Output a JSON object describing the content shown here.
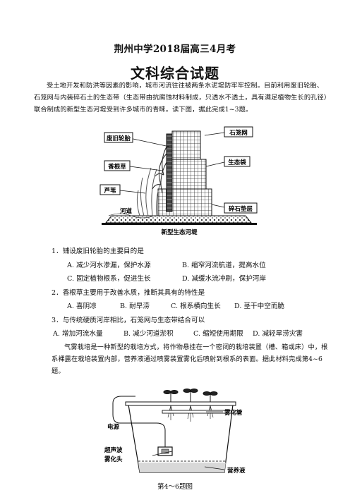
{
  "header": {
    "title": "荆州中学2018届高三4月考",
    "subtitle": "文科综合试题"
  },
  "intro1": "受土地开发和防洪等因素的影响，城市河流往往被两条水泥堤防牢牢控制。目前利用废旧轮胎、石笼网与内装碎石土的生态带（生态带由抗腐蚀材料制成，只透水不透土，具有满足植物生长的孔径）联合制成的新型生态河堤受到许多城市的青睐。读下图，据此完成1~3题。",
  "figure1": {
    "labels": {
      "tire": "废旧轮胎",
      "cage": "石笼网",
      "vetiver": "香根草",
      "bag": "生态袋",
      "reed": "芦苇",
      "river": "河道",
      "gravel": "碎石垫层",
      "bottom": "新型生态河堤"
    }
  },
  "questions": [
    {
      "stem": "1．铺设废旧轮胎的主要目的是",
      "options": [
        "A. 减少河水渗漏，保护水源",
        "B. 缩窄河流航道，提高水位",
        "C. 固定植物根系，促进生长",
        "D. 减缓水流冲刷，保护河岸"
      ]
    },
    {
      "stem": "2．香根草主要用于改善水质，推断其具有的特性是",
      "options": [
        "A. 喜阴凉",
        "B. 耐旱涝",
        "C. 根系横向生长",
        "D. 茎干中空而脆"
      ]
    },
    {
      "stem": "3．与传统硬质河岸相比，石笼网与生态带结合可以",
      "options": [
        "A. 增加河流水量",
        "B. 减少河道淤积",
        "C. 缩短使用期限",
        "D. 减轻旱涝灾害"
      ]
    }
  ],
  "intro2": "气雾栽培是一种新型的栽培方式，将作物悬挂在一个密闭的栽培装置（槽、箱或床）中，根系裸露在栽培装置内部，营养液通过喷雾装置雾化后喷射到根系的表面。据此材料完成第4~6题。",
  "figure2": {
    "labels": {
      "power": "电源",
      "pipe": "雾化管",
      "atomizer_line1": "超声波",
      "atomizer_line2": "雾化头",
      "nutrient": "营养液"
    },
    "caption": "第4～6题图"
  }
}
